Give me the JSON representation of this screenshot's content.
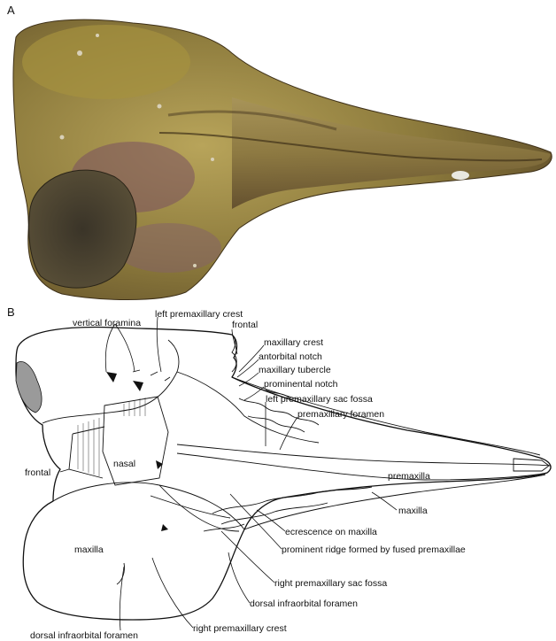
{
  "figure": {
    "panel_a_letter": "A",
    "panel_b_letter": "B"
  },
  "labels": {
    "vertical_foramina": "vertical foramina",
    "left_premaxillary_crest": "left premaxillary crest",
    "frontal_top": "frontal",
    "maxillary_crest": "maxillary crest",
    "antorbital_notch": "antorbital notch",
    "maxillary_tubercle": "maxillary tubercle",
    "prominental_notch": "prominental notch",
    "left_premaxillary_sac_fossa": "left premaxillary sac fossa",
    "premaxillary_foramen": "premaxillary foramen",
    "frontal_left": "frontal",
    "nasal": "nasal",
    "premaxilla": "premaxilla",
    "maxilla_right": "maxilla",
    "maxilla_left": "maxilla",
    "ecrescence_on_maxilla": "ecrescence on maxilla",
    "prominent_ridge": "prominent ridge formed by fused premaxillae",
    "right_premaxillary_sac_fossa": "right premaxillary sac fossa",
    "dorsal_infraorbital_foramen_right": "dorsal infraorbital foramen",
    "right_premaxillary_crest": "right premaxillary crest",
    "dorsal_infraorbital_foramen_bottom": "dorsal infraorbital foramen"
  },
  "colors": {
    "bone_base": "#8a7a3a",
    "bone_light": "#b3a360",
    "bone_dark": "#4a3a22",
    "bone_pink": "#7a5060"
  }
}
